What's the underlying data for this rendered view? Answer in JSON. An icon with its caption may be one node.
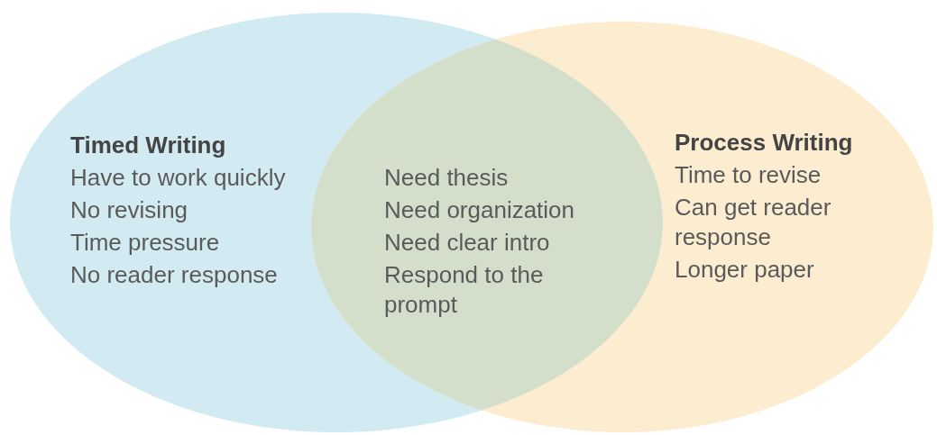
{
  "diagram": {
    "nodes": [
      {
        "text": [
          "Timed Writing",
          "Have to work quickly",
          "No revising",
          "Time pressure",
          "No reader response"
        ]
      },
      {
        "text": [
          "Process Writing",
          "Time to revise",
          "Can get reader response",
          "Longer paper"
        ]
      },
      {
        "text": [
          "Need thesis",
          "Need organization",
          "Need clear intro",
          "Respond to the prompt"
        ]
      }
    ],
    "edges": []
  }
}
